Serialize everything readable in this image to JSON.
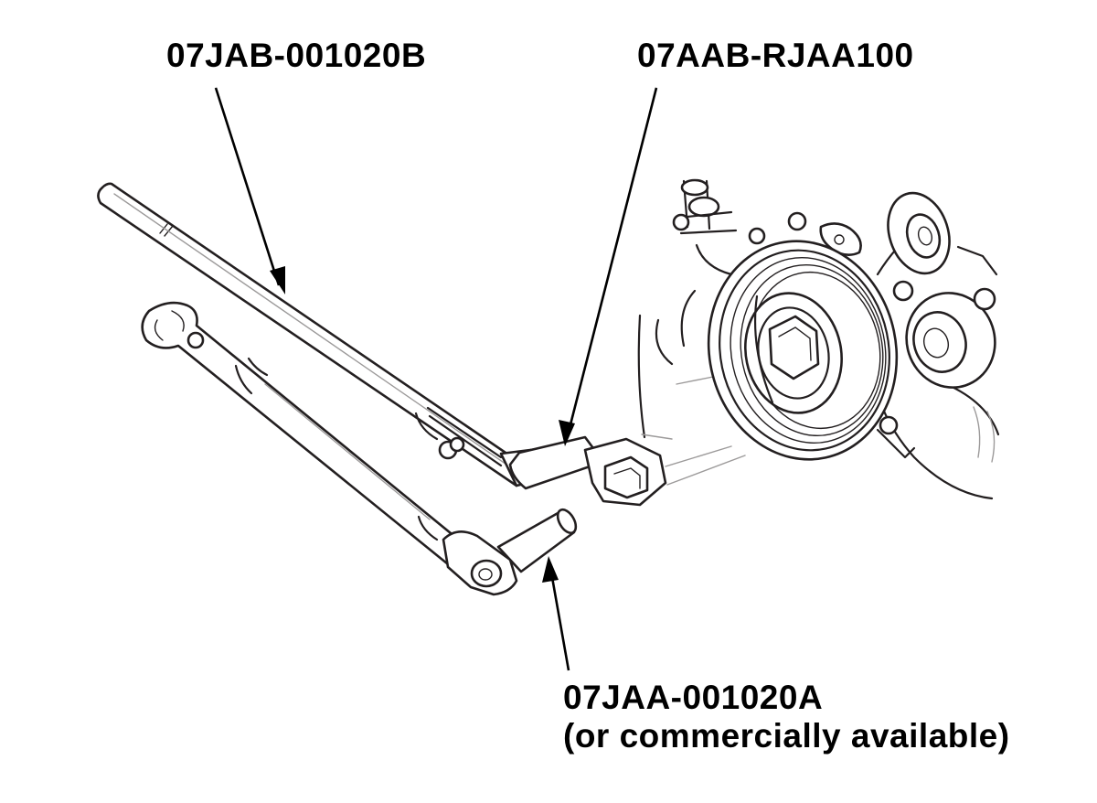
{
  "callouts": {
    "holder_handle": {
      "part_number": "07JAB-001020B"
    },
    "pulley_holder_attachment": {
      "part_number": "07AAB-RJAA100"
    },
    "holder_handle_socket": {
      "part_number": "07JAA-001020A",
      "note": "(or commercially available)"
    }
  },
  "colors": {
    "line_art": "#231f20",
    "text": "#000000",
    "background": "#ffffff"
  }
}
